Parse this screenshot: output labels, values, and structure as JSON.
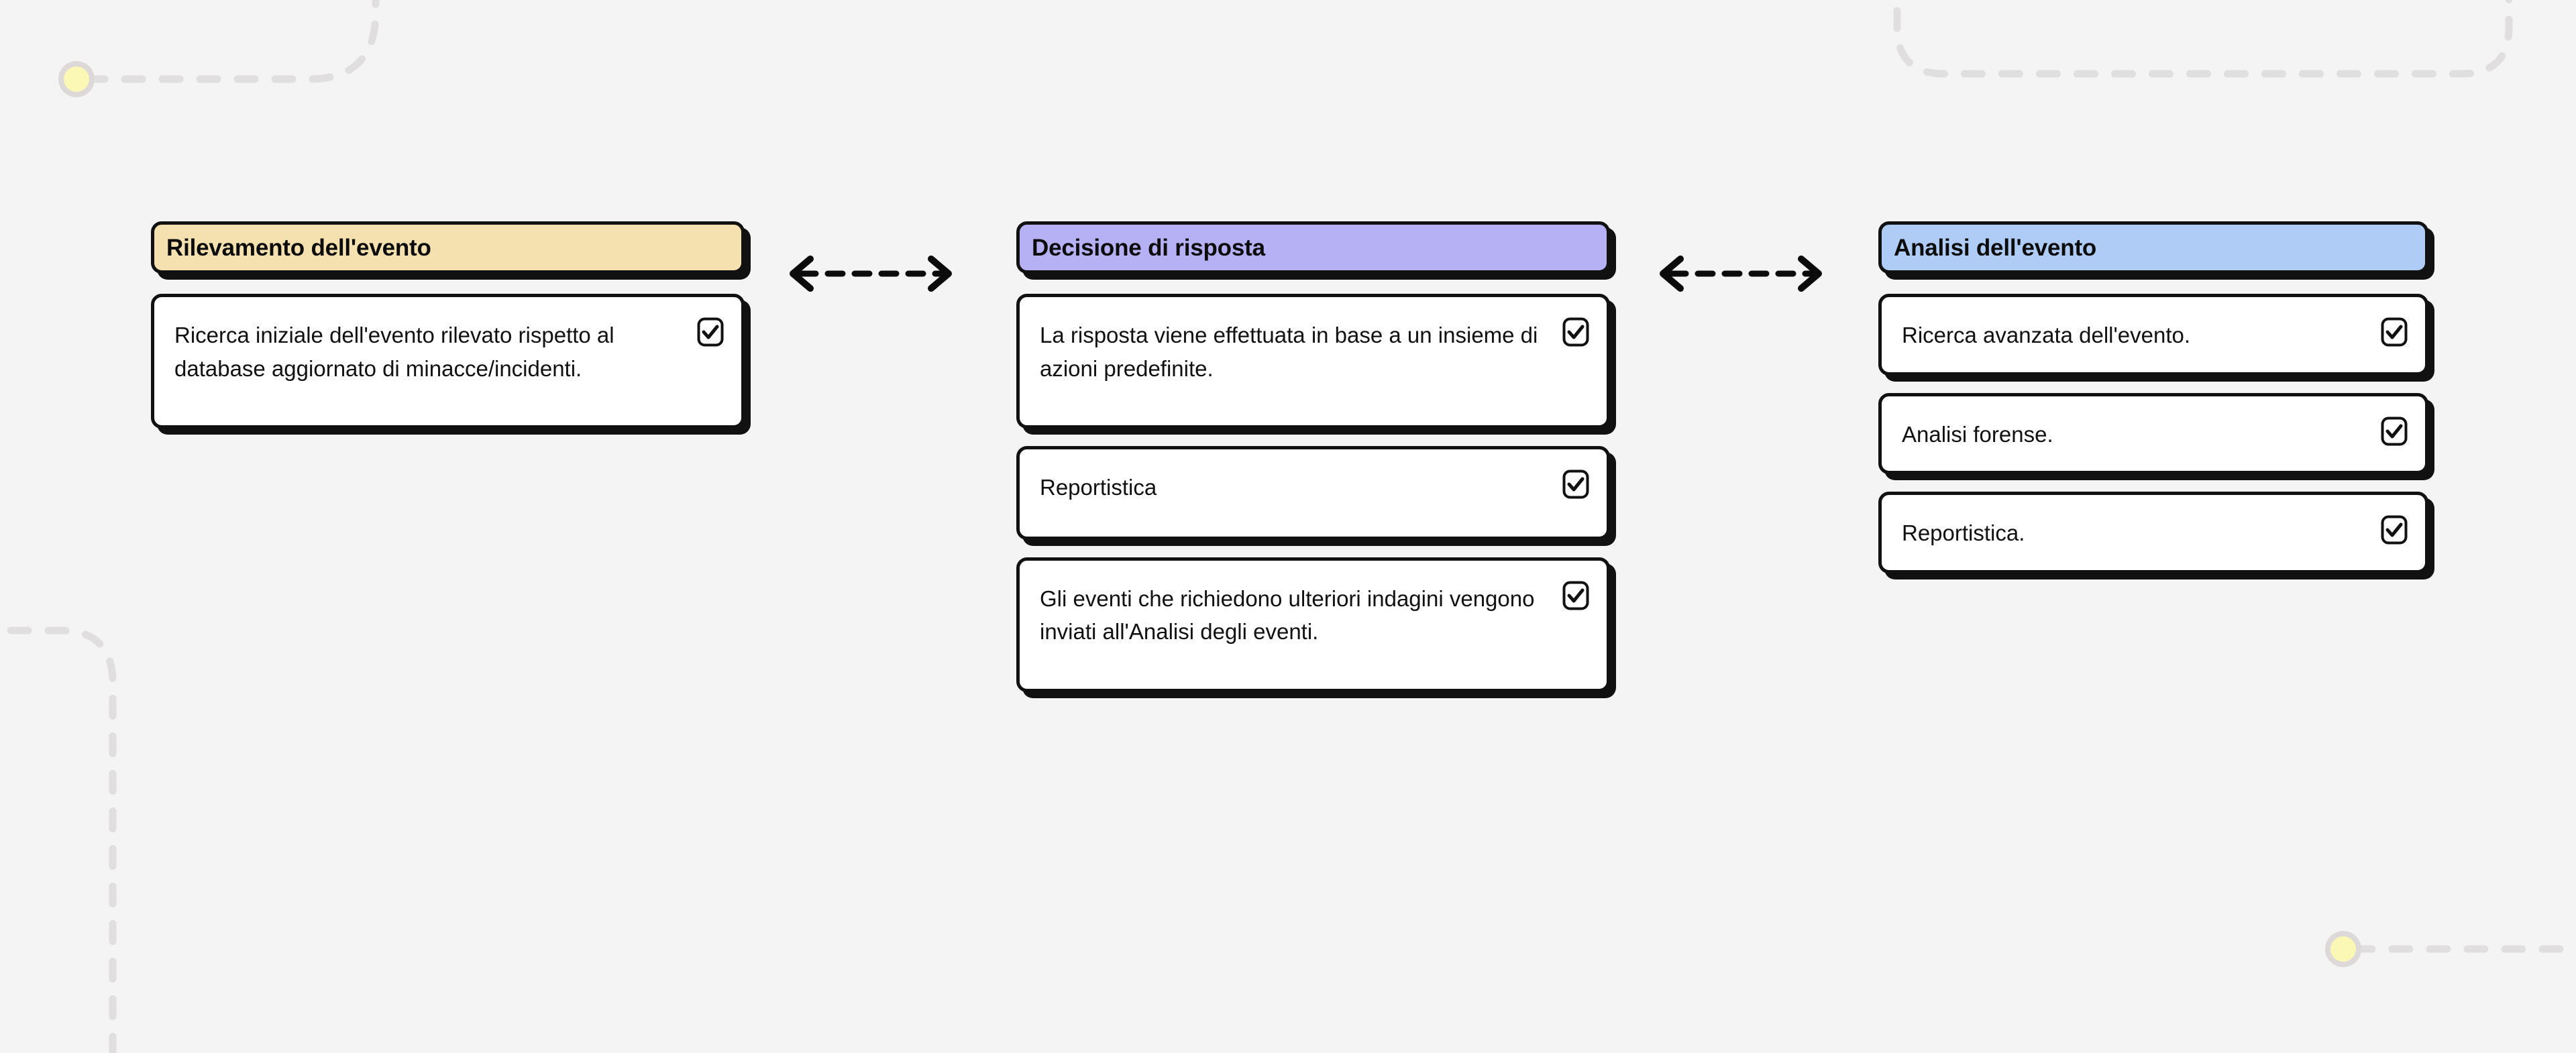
{
  "canvas": {
    "background_color": "#f4f4f4",
    "decor_line_color": "#e0dede",
    "decor_dot_fill": "#fbf7b5",
    "decor_dot_ring": "#ded9d9"
  },
  "board": {
    "columns": [
      {
        "id": "rilevamento",
        "header": {
          "label": "Rilevamento dell'evento",
          "color": "#f5e0b0"
        },
        "cards": [
          {
            "text": "Ricerca iniziale dell'evento rilevato rispetto al database aggiornato di minacce/incidenti.",
            "checked": true,
            "size": "tall"
          }
        ]
      },
      {
        "id": "decisione",
        "header": {
          "label": "Decisione di risposta",
          "color": "#b6b0f5"
        },
        "cards": [
          {
            "text": "La risposta viene effettuata in base a un insieme di azioni predefinite.",
            "checked": true,
            "size": "tall"
          },
          {
            "text": "Reportistica",
            "checked": true,
            "size": "short"
          },
          {
            "text": "Gli eventi che richiedono ulteriori indagini vengono inviati all'Analisi degli eventi.",
            "checked": true,
            "size": "tall"
          }
        ]
      },
      {
        "id": "analisi",
        "header": {
          "label": "Analisi dell'evento",
          "color": "#aeccf5"
        },
        "cards": [
          {
            "text": "Ricerca avanzata dell'evento.",
            "checked": true,
            "size": "compact"
          },
          {
            "text": "Analisi forense.",
            "checked": true,
            "size": "compact"
          },
          {
            "text": "Reportistica.",
            "checked": true,
            "size": "compact"
          }
        ]
      }
    ],
    "connectors": [
      {
        "id": "conn-rilevamento-decisione",
        "direction": "bidirectional",
        "style": "dashed",
        "color": "#0b0b0b"
      },
      {
        "id": "conn-decisione-analisi",
        "direction": "bidirectional",
        "style": "dashed",
        "color": "#0b0b0b"
      }
    ]
  },
  "icons": {
    "checkbox_checked": "checkbox-checked-icon",
    "arrow_left": "arrow-left-icon",
    "arrow_right": "arrow-right-icon",
    "node_dot": "node-dot-icon"
  }
}
